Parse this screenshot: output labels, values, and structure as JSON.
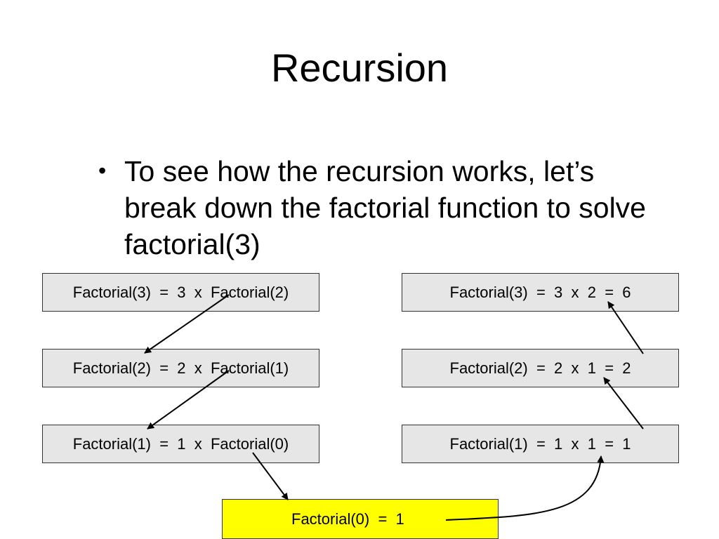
{
  "slide": {
    "title": "Recursion",
    "bullet": "To see how the recursion works, let’s break down the factorial function to solve factorial(3)"
  },
  "diagram": {
    "left_column": [
      "Factorial(3)  =  3  x  Factorial(2)",
      "Factorial(2)  =  2  x  Factorial(1)",
      "Factorial(1)  =  1  x  Factorial(0)"
    ],
    "base_case": "Factorial(0)  =  1",
    "right_column": [
      "Factorial(3)  =  3  x  2  =  6",
      "Factorial(2)  =  2  x  1  =  2",
      "Factorial(1)  =  1  x  1  =  1"
    ],
    "colors": {
      "box_fill": "#e6e6e6",
      "base_fill": "#ffff00",
      "border": "#333333",
      "arrow": "#000000"
    }
  }
}
